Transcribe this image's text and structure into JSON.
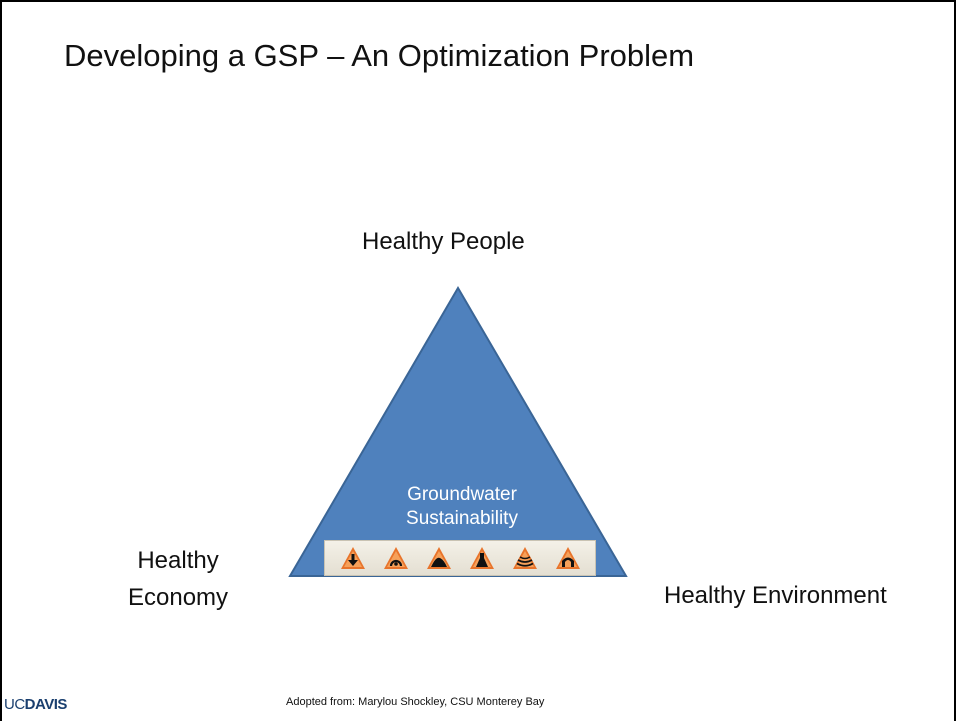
{
  "slide": {
    "title": "Developing a GSP – An Optimization Problem"
  },
  "diagram": {
    "top_label": "Healthy People",
    "left_label_line1": "Healthy",
    "left_label_line2": "Economy",
    "right_label": "Healthy Environment",
    "center_line1": "Groundwater",
    "center_line2": "Sustainability",
    "triangle_color": "#4f81bd",
    "icons": [
      "groundwater-lowering-icon",
      "storage-reduction-icon",
      "seawater-intrusion-icon",
      "water-quality-icon",
      "land-subsidence-icon",
      "surface-water-depletion-icon"
    ]
  },
  "footer": {
    "logo_uc": "UC",
    "logo_davis": "DAVIS",
    "credit": "Adopted from: Marylou Shockley, CSU Monterey Bay"
  }
}
